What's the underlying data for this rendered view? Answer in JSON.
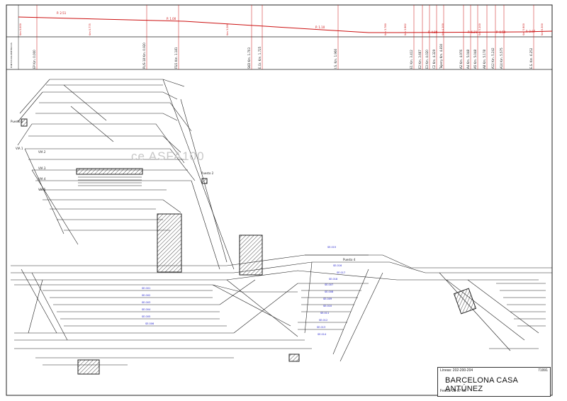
{
  "title_block": {
    "lines": "Líneas: 202-200-204",
    "plan": "71991",
    "station": "BARCELONA CASA ANTÚNEZ",
    "date": "Fecha: 28-07-06"
  },
  "watermark": "ce ASFA100",
  "profile_label": "PUNTOS KILOMETRICOS",
  "gradients": [
    "P. 2.51",
    "P. 1.00",
    "P. 1.10",
    "P. 4.80",
    "P. 6.21",
    "P. 0.97",
    "P. 0.59"
  ],
  "gradient_points": [
    "Km 0.000",
    "Km 0.775",
    "Km 3.280",
    "Km 3.780",
    "Km 3.962",
    "Km 4.100",
    "Km 5.100",
    "Km 5.900",
    "Km 6.300"
  ],
  "km_points": [
    "EP Km. 0.000",
    "PL/S-18 Km. 0.920",
    "FS/1 Km. 1.181",
    "SKD Km. 1.703",
    "E.Gr. Km. 1.725",
    "I.S. Km. 1.966",
    "E1 Km. 3.412",
    "E2 Km. 3.667",
    "E3 Km. 4.020",
    "C2 Km. 4.329",
    "Tejerry Km. 4.830",
    "A2 Km. 4.976",
    "A4 Km. 5.048",
    "A5 Km. 5.048",
    "A8 Km. 5.178",
    "A12 Km. 5.242",
    "A14 Km. 5.575",
    "E.S. Km. 6.252"
  ],
  "vias": [
    "VIA 1",
    "VIA 2",
    "VIA 3",
    "VIA 4",
    "VIA 5"
  ],
  "puestos": [
    "Puesto 1",
    "Puesto 2",
    "Puesto 4"
  ],
  "track_labels": [
    "SE.001",
    "SE.002",
    "SE.003",
    "SE.004",
    "SE.005",
    "SE.006",
    "SE.007",
    "SE.008",
    "SE.009",
    "SE.010",
    "SE.011",
    "SE.012",
    "SE.013",
    "SE.014",
    "SE.015",
    "SE.016",
    "SE.017",
    "SE.018"
  ],
  "track_label_colors": {
    "track": "#222222",
    "blue_label": "#1a1acc",
    "profile": "#cc1111"
  }
}
